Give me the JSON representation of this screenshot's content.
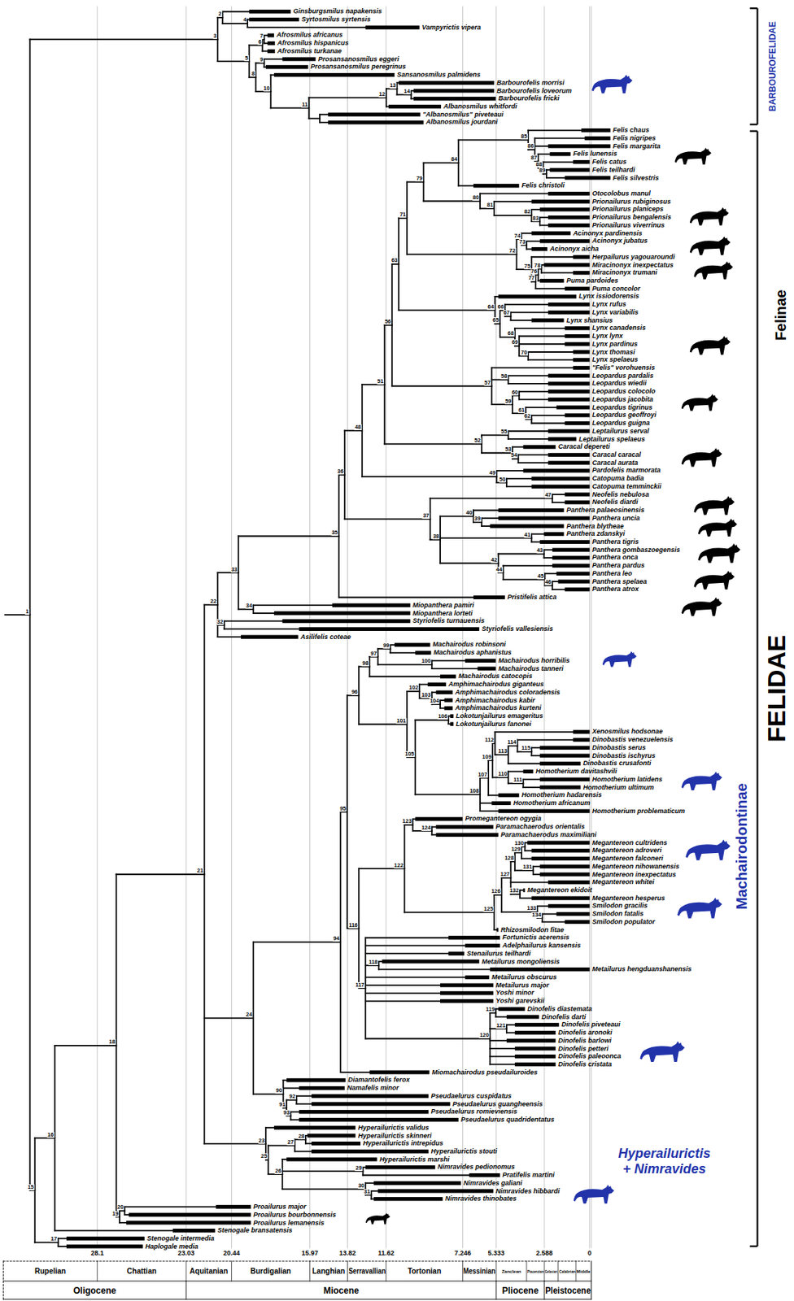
{
  "diagram": {
    "labels": [
      "Ginsburgsmilus napakensis",
      "Syrtosmilus syrtensis",
      "Vampyrictis vipera",
      "Afrosmilus africanus",
      "Afrosmilus hispanicus",
      "Afrosmilus turkanae",
      "Prosansanosmilus eggeri",
      "Prosansanosmilus peregrinus",
      "Sansanosmilus palmidens",
      "Barbourofelis morrisi",
      "Barbourofelis loveorum",
      "Barbourofelis fricki",
      "Albanosmilus whitfordi",
      "\"Albanosmilus\" piveteaui",
      "Albanosmilus jourdani",
      "Felis chaus",
      "Felis nigripes",
      "Felis margarita",
      "Felis lunensis",
      "Felis catus",
      "Felis teilhardi",
      "Felis silvestris",
      "Felis christoli",
      "Otocolobus manul",
      "Prionailurus rubiginosus",
      "Prionailurus planiceps",
      "Prionailurus bengalensis",
      "Prionailurus viverrinus",
      "Acinonyx pardinensis",
      "Acinonyx jubatus",
      "Acinonyx aicha",
      "Herpailurus yagouaroundi",
      "Miracinonyx inexpectatus",
      "Miracinonyx trumani",
      "Puma pardoides",
      "Puma concolor",
      "Lynx issiodorensis",
      "Lynx rufus",
      "Lynx variabilis",
      "Lynx shansius",
      "Lynx canadensis",
      "Lynx lynx",
      "Lynx pardinus",
      "Lynx thomasi",
      "Lynx spelaeus",
      "\"Felis\" vorohuensis",
      "Leopardus pardalis",
      "Leopardus wiedii",
      "Leopardus colocolo",
      "Leopardus jacobita",
      "Leopardus tigrinus",
      "Leopardus geoffroyi",
      "Leopardus guigna",
      "Leptailurus serval",
      "Leptailurus spelaeus",
      "Caracal depereti",
      "Caracal caracal",
      "Caracal aurata",
      "Pardofelis marmorata",
      "Catopuma badia",
      "Catopuma temminckii",
      "Neofelis nebulosa",
      "Neofelis diardi",
      "Panthera palaeosinensis",
      "Panthera uncia",
      "Panthera blytheae",
      "Panthera zdanskyi",
      "Panthera tigris",
      "Panthera gombaszoegensis",
      "Panthera onca",
      "Panthera pardus",
      "Panthera leo",
      "Panthera spelaea",
      "Panthera atrox",
      "Pristifelis attica",
      "Miopanthera pamiri",
      "Miopanthera lorteti",
      "Styriofelis turnauensis",
      "Styriofelis vallesiensis",
      "Asilifelis coteae",
      "Machairodus robinsoni",
      "Machairodus aphanistus",
      "Machairodus horribilis",
      "Machairodus tanneri",
      "Machairodus catocopis",
      "Amphimachairodus giganteus",
      "Amphimachairodus coloradensis",
      "Amphimachairodus kabir",
      "Amphimachairodus kurteni",
      "Lokotunjailurus emageritus",
      "Lokotunjailurus fanonei",
      "Xenosmilus hodsonae",
      "Dinobastis venezuelensis",
      "Dinobastis serus",
      "Dinobastis ischyrus",
      "Dinobastis crusafonti",
      "Homotherium davitashvili",
      "Homotherium latidens",
      "Homotherium ultimum",
      "Homotherium hadarensis",
      "Homotherium africanum",
      "Homotherium problematicum",
      "Promegantereon ogygia",
      "Paramachaerodus orientalis",
      "Paramachaerodus maximiliani",
      "Megantereon cultridens",
      "Megantereon adroveri",
      "Megantereon falconeri",
      "Megantereon nihowanensis",
      "Megantereon inexpectatus",
      "Megantereon whitei",
      "Megantereon ekidoit",
      "Megantereon hesperus",
      "Smilodon gracilis",
      "Smilodon fatalis",
      "Smilodon populator",
      "Rhizosmilodon fitae",
      "Fortunictis acerensis",
      "Adelphailurus kansensis",
      "Stenailurus teilhardi",
      "Metailurus mongoliensis",
      "Metailurus hengduanshanensis",
      "Metailurus obscurus",
      "Metailurus major",
      "Yoshi minor",
      "Yoshi garevskii",
      "Dinofelis diastemata",
      "Dinofelis darti",
      "Dinofelis piveteaui",
      "Dinofelis aronoki",
      "Dinofelis barlowi",
      "Dinofelis petteri",
      "Dinofelis paleoonca",
      "Dinofelis cristata",
      "Miomachairodus pseudailuroides",
      "Diamantofelis ferox",
      "Namafelis minor",
      "Pseudaelurus cuspidatus",
      "Pseudaelurus guangheensis",
      "Pseudaelurus romieviensis",
      "Pseudaelurus quadridentatus",
      "Hyperailurictis validus",
      "Hyperailurictis skinneri",
      "Hyperailurictis intrepidus",
      "Hyperailurictis stouti",
      "Hyperailurictis marshi",
      "Nimravides pedionomus",
      "Pratifelis martini",
      "Nimravides galiani",
      "Nimravides hibbardi",
      "Nimravides thinobates",
      "Proailurus major",
      "Proailurus bourbonnensis",
      "Proailurus lemanensis",
      "Stenogale bransatensis",
      "Stenogale intermedia",
      "Haplogale media",
      "1",
      "2",
      "3",
      "4",
      "5",
      "6",
      "7",
      "8",
      "9",
      "10",
      "11",
      "12",
      "13",
      "14",
      "15",
      "16",
      "17",
      "18",
      "19",
      "20",
      "21",
      "22",
      "23",
      "24",
      "25",
      "26",
      "27",
      "28",
      "29",
      "30",
      "31",
      "32",
      "33",
      "34",
      "35",
      "36",
      "37",
      "38",
      "39",
      "40",
      "41",
      "42",
      "43",
      "44",
      "45",
      "46",
      "47",
      "48",
      "49",
      "50",
      "51",
      "52",
      "53",
      "54",
      "55",
      "56",
      "57",
      "58",
      "59",
      "60",
      "61",
      "62",
      "63",
      "64",
      "65",
      "66",
      "67",
      "68",
      "69",
      "70",
      "71",
      "72",
      "73",
      "74",
      "75",
      "76",
      "77",
      "78",
      "79",
      "80",
      "81",
      "82",
      "83",
      "84",
      "85",
      "86",
      "87",
      "88",
      "89",
      "90",
      "91",
      "92",
      "93",
      "94",
      "95",
      "96",
      "97",
      "98",
      "99",
      "100",
      "101",
      "102",
      "103",
      "104",
      "105",
      "106",
      "107",
      "108",
      "109",
      "110",
      "111",
      "112",
      "113",
      "114",
      "115",
      "116",
      "117",
      "118",
      "119",
      "120",
      "121",
      "122",
      "123",
      "124",
      "125",
      "126",
      "127",
      "128",
      "129",
      "130",
      "131",
      "132",
      "133",
      "134",
      "28.1",
      "23.03",
      "20.44",
      "15.97",
      "13.82",
      "11.62",
      "7.246",
      "5.333",
      "2.588",
      "0",
      "Rupelian",
      "Chattian",
      "Aquitanian",
      "Burdigalian",
      "Langhian",
      "Serravallian",
      "Tortonian",
      "Messinian",
      "Zanclean",
      "Piacenzian",
      "Gelasian",
      "Calabrian",
      "Middle",
      "Oligocene",
      "Miocene",
      "Pliocene",
      "Pleistocene",
      "BARBOUROFELIDAE",
      "Felinae",
      "FELIDAE",
      "Machairodontinae",
      "Hyperailurictis + Nimravides"
    ]
  }
}
